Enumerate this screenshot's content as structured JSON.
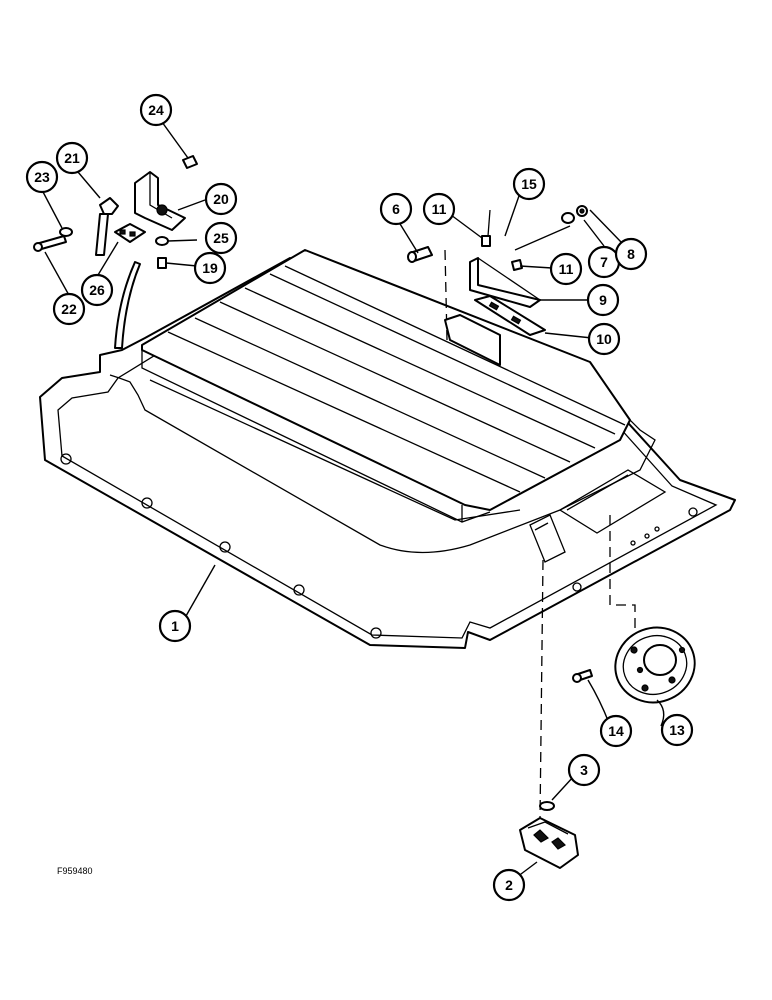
{
  "figure": {
    "code": "F959480",
    "callouts": [
      {
        "label": "1"
      },
      {
        "label": "2"
      },
      {
        "label": "3"
      },
      {
        "label": "6"
      },
      {
        "label": "7"
      },
      {
        "label": "8"
      },
      {
        "label": "9"
      },
      {
        "label": "10"
      },
      {
        "label": "11"
      },
      {
        "label": "11"
      },
      {
        "label": "13"
      },
      {
        "label": "14"
      },
      {
        "label": "15"
      },
      {
        "label": "19"
      },
      {
        "label": "20"
      },
      {
        "label": "21"
      },
      {
        "label": "22"
      },
      {
        "label": "23"
      },
      {
        "label": "24"
      },
      {
        "label": "25"
      },
      {
        "label": "26"
      }
    ]
  }
}
